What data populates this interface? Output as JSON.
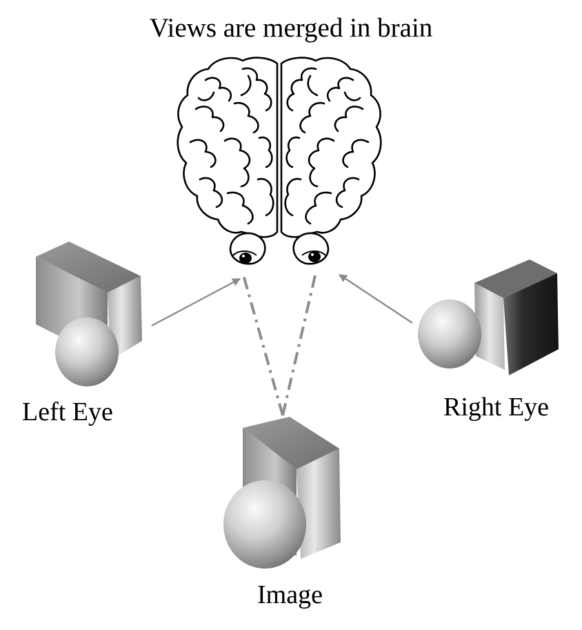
{
  "title": "Views are merged in brain",
  "labels": {
    "left_eye": "Left Eye",
    "right_eye": "Right Eye",
    "image": "Image"
  },
  "icons": {
    "brain": "brain-icon",
    "eyes": "eye-icon",
    "object": "cube-sphere-object-icon"
  },
  "colors": {
    "arrow": "#8a8a8a",
    "dashed_line": "#8c8c8c",
    "outline": "#000000"
  }
}
